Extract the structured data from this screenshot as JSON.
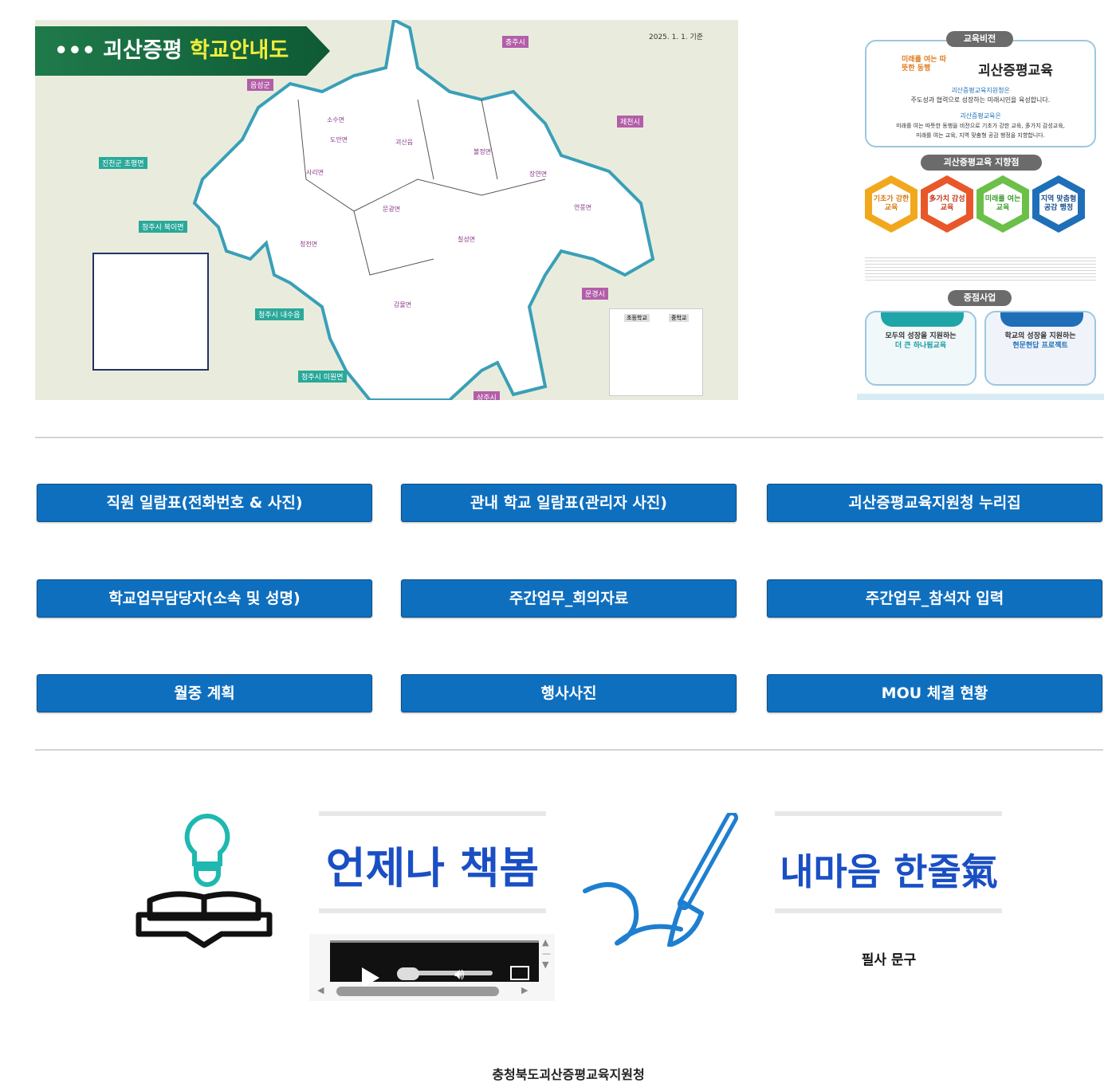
{
  "map": {
    "title_part1": "괴산증평",
    "title_part2": "학교안내도",
    "date": "2025. 1. 1. 기준",
    "region_labels": [
      "충주시",
      "음성군",
      "제천시",
      "진천군 초평면",
      "청주시 북이면",
      "청주시 내수읍",
      "청주시 미원면",
      "문경시",
      "상주시"
    ],
    "area_labels": [
      "도안면",
      "소수면",
      "괴산읍",
      "청천면",
      "칠성면",
      "장연면",
      "연풍면",
      "문광면",
      "사리면",
      "불정면",
      "감물면"
    ],
    "legend": {
      "col1_header": "초등학교",
      "col2_header": "중학교"
    }
  },
  "poster": {
    "vision_label": "교육비전",
    "slogan_small": "미래를 여는 따뜻한 동행",
    "slogan": "괴산증평교육",
    "line1_title": "괴산증평교육지원청은",
    "line1": "주도성과 협력으로 성장하는 미래시민을 육성합니다.",
    "line2_title": "괴산증평교육은",
    "line2a": "미래를 여는 따뜻한 동행을 비전으로 기초가 강한 교육, 多가치 감성교육,",
    "line2b": "미래를 여는 교육, 지역 맞춤형 공감 행정을 지향합니다.",
    "direction_label": "괴산증평교육 지향점",
    "hexes": [
      {
        "text": "기초가 강한 교육",
        "color": "#f2a81d"
      },
      {
        "text": "多가치 감성교육",
        "color": "#e8572a"
      },
      {
        "text": "미래를 여는 교육",
        "color": "#6cc04a"
      },
      {
        "text": "지역 맞춤형 공감 행정",
        "color": "#1f6fb8"
      }
    ],
    "focus_label": "중점사업",
    "focus1_title": "모두의 성장을 지원하는",
    "focus1_sub": "더 큰 하나됨교육",
    "focus2_title": "학교의 성장을 지원하는",
    "focus2_sub": "현문현답 프로젝트"
  },
  "buttons": [
    "직원 일람표(전화번호 & 사진)",
    "관내 학교 일람표(관리자 사진)",
    "괴산증평교육지원청 누리집",
    "학교업무담당자(소속 및 성명)",
    "주간업무_회의자료",
    "주간업무_참석자 입력",
    "월중 계획",
    "행사사진",
    "MOU 체결 현황"
  ],
  "reading": {
    "title": "언제나 책봄"
  },
  "writing": {
    "title": "내마음 한줄氣",
    "caption": "필사 문구"
  },
  "footer": {
    "org": "충청북도괴산증평교육지원청"
  },
  "colors": {
    "button": "#0f6fbf",
    "title_blue": "#1a4fc4",
    "teal_icon": "#1fb8b0",
    "brush_blue": "#1e7fd0"
  }
}
